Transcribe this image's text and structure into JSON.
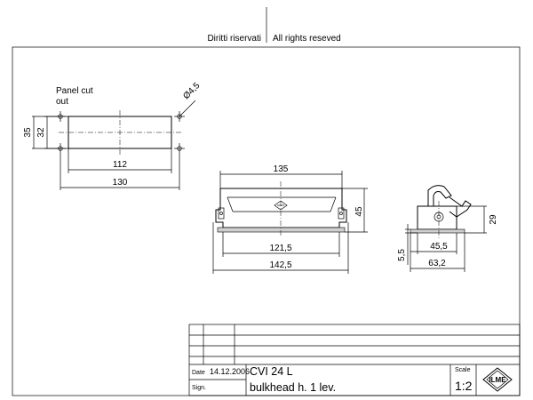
{
  "header": {
    "rights_it": "Diritti riservati",
    "rights_en": "All rights reseved"
  },
  "panel_cutout": {
    "label_line1": "Panel cut",
    "label_line2": "out",
    "dim_hole_diameter": "Ø4,5",
    "dim_outer_height": "35",
    "dim_inner_height": "32",
    "dim_inner_width": "112",
    "dim_outer_width": "130"
  },
  "front_view": {
    "dim_overall_width": "135",
    "dim_height": "45",
    "dim_mount_width": "121,5",
    "dim_base_width": "142,5"
  },
  "side_view": {
    "dim_height": "29",
    "dim_base_offset": "5,5",
    "dim_inner_depth": "45,5",
    "dim_overall_depth": "63,2"
  },
  "title_block": {
    "date_label": "Date",
    "date_value": "14.12.2006",
    "sign_label": "Sign.",
    "part_code": "CVI 24 L",
    "description": "bulkhead h. 1 lev.",
    "scale_label": "Scale",
    "scale_value": "1:2",
    "logo_text": "ILME"
  }
}
